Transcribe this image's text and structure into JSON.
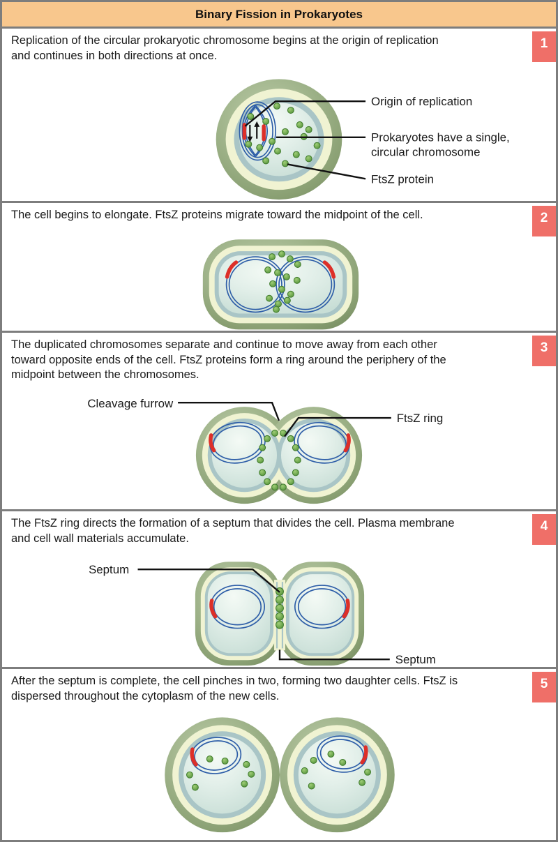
{
  "title": "Binary Fission in Prokaryotes",
  "palette": {
    "title_bg": "#F8C78D",
    "border_gray": "#7d7d7d",
    "badge_red": "#EF6F68",
    "cell_wall_green": "#A2B68D",
    "cell_wall_yellow": "#F0F3D2",
    "membrane_teal": "#A9C5C6",
    "cytoplasm": "#E2EFE9",
    "chromosome_blue": "#2E5EA8",
    "origin_red": "#DD2F28",
    "ftsz_green": "#7AB457"
  },
  "steps": [
    {
      "number": "1",
      "lines": [
        "Replication of the circular prokaryotic chromosome begins at the origin of replication",
        "and continues in both directions at once."
      ],
      "labels": {
        "origin": "Origin of replication",
        "chromosome_line1": "Prokaryotes have a single,",
        "chromosome_line2": "circular chromosome",
        "ftsz": "FtsZ protein"
      }
    },
    {
      "number": "2",
      "lines": [
        "The cell begins to elongate. FtsZ proteins migrate toward the midpoint of the cell."
      ]
    },
    {
      "number": "3",
      "lines": [
        "The duplicated chromosomes separate and continue to move away from each other",
        "toward opposite ends of the cell. FtsZ proteins form a ring around the periphery of the",
        "midpoint between the chromosomes."
      ],
      "labels": {
        "cleavage": "Cleavage furrow",
        "ftsz_ring": "FtsZ ring"
      }
    },
    {
      "number": "4",
      "lines": [
        "The FtsZ ring directs the formation of a septum that divides the cell. Plasma membrane",
        "and cell wall materials accumulate."
      ],
      "labels": {
        "septum_top": "Septum",
        "septum_bottom": "Septum"
      }
    },
    {
      "number": "5",
      "lines": [
        "After the septum is complete, the cell pinches in two, forming two daughter cells. FtsZ is",
        "dispersed throughout the cytoplasm of the new cells."
      ]
    }
  ]
}
